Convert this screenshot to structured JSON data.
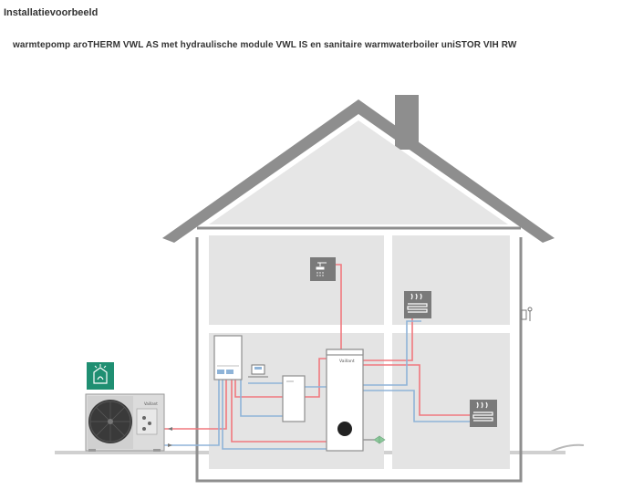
{
  "header": {
    "title": "Installatievoorbeeld",
    "subtitle": "warmtepomp aroTHERM VWL AS met hydraulische module VWL IS en sanitaire warmwaterboiler uniSTOR VIH RW"
  },
  "diagram": {
    "boiler_brand": "Vaillant",
    "heat_pump_brand": "Vaillant",
    "colors": {
      "house_outline": "#8e8e8e",
      "room_fill": "#e4e4e4",
      "roof_inner": "#e6e6e6",
      "ground": "#b8b8b8",
      "pipe_hot": "#f0787e",
      "pipe_cold": "#8fb4d8",
      "icon_tile": "#7a7a7a",
      "heat_pump_badge": "#1f8f72",
      "pump_body": "#dcdcdc",
      "valve_green": "#8bc79a"
    },
    "icons": [
      "shower-icon",
      "floor-heating-icon",
      "floor-heating-icon",
      "heat-pump-badge-icon",
      "outdoor-sensor-icon"
    ]
  }
}
